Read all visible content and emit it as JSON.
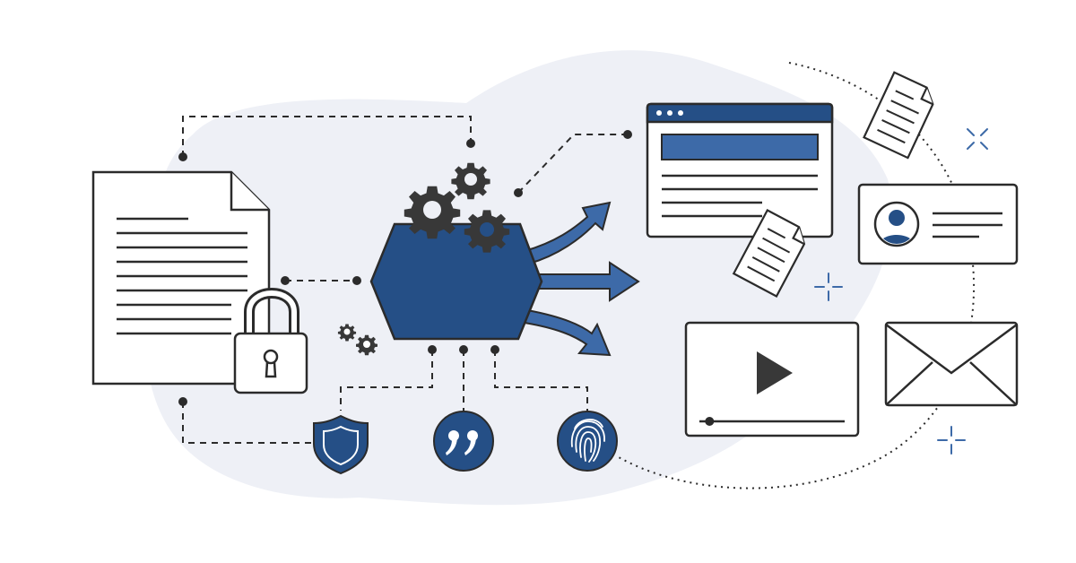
{
  "illustration": {
    "kind": "content-distribution-flow",
    "colors": {
      "background": "#ffffff",
      "blob": "#eef0f6",
      "ink": "#2b2b2b",
      "accent": "#254f86",
      "accent_light": "#3d6aa8",
      "paper": "#ffffff",
      "dark_icon": "#383838"
    },
    "left": {
      "document": {
        "icon": "document-icon",
        "text_lines": 9
      },
      "padlock": {
        "icon": "padlock-icon"
      },
      "small_gears": {
        "icon": "gears-icon",
        "count": 2
      }
    },
    "center": {
      "hub": {
        "icon": "hexagon-hub-icon"
      },
      "gears": {
        "icon": "gears-icon",
        "count": 3
      },
      "output_arrows": {
        "icon": "arrow-icon",
        "count": 3
      }
    },
    "bottom_badges": [
      {
        "icon": "shield-icon",
        "name": "shield"
      },
      {
        "icon": "quote-icon",
        "name": "quote"
      },
      {
        "icon": "fingerprint-icon",
        "name": "fingerprint"
      }
    ],
    "right": {
      "browser_window": {
        "icon": "browser-window-icon",
        "dots": 3
      },
      "profile_card": {
        "icon": "user-profile-icon"
      },
      "video_player": {
        "icon": "play-icon",
        "progress": 0.07
      },
      "envelope": {
        "icon": "envelope-icon"
      },
      "floating_pages": {
        "icon": "page-icon",
        "count": 2
      },
      "sparkles": {
        "icon": "sparkle-icon",
        "count": 3
      }
    },
    "connectors": {
      "style": "dashed"
    }
  }
}
